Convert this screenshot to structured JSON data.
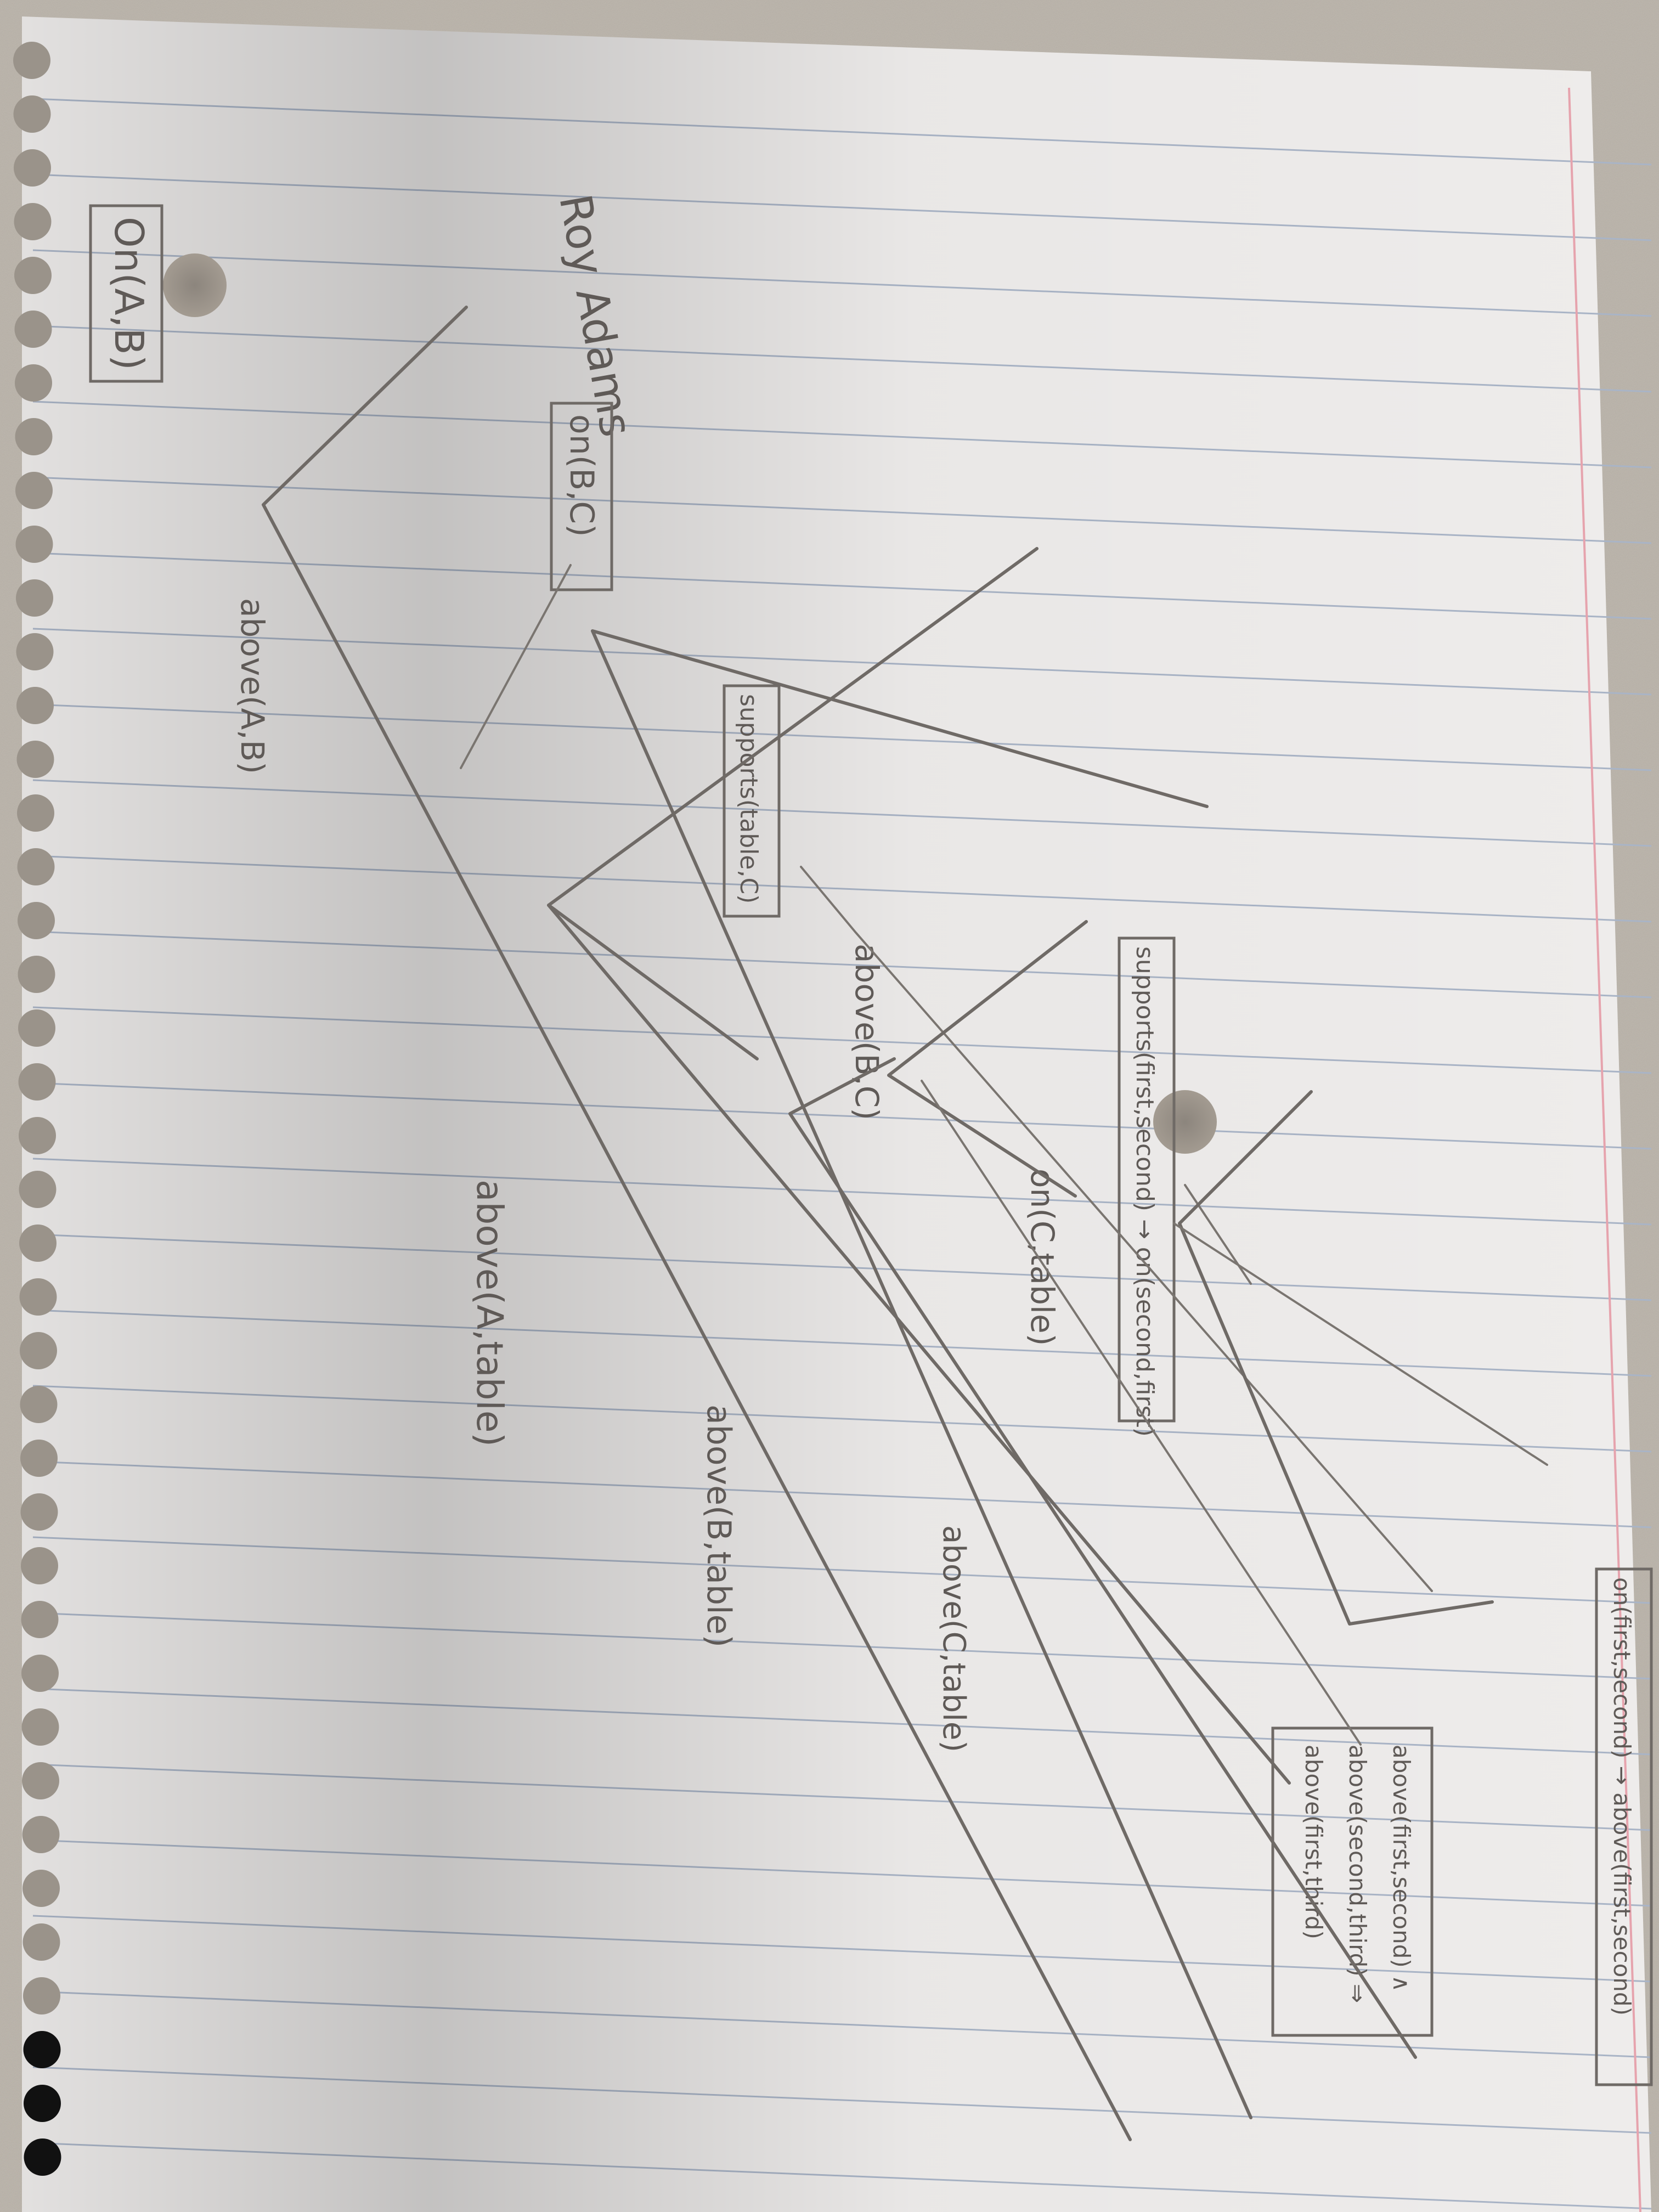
{
  "colors": {
    "desk": "#b9b2a8",
    "paper": "#eeeceb",
    "ruled_line": "#a9b4c6",
    "margin_line": "#e6a3ad",
    "pencil": "#6f6a66"
  },
  "photo": {
    "subject": "ruled notebook page with pencil diagram",
    "rotation": "page rotated 90 degrees clockwise"
  },
  "author_signature": "Roy Adams",
  "premises": [
    "On(A,B)",
    "on(B,C)",
    "supports(table,C)",
    "supports(first,second) → on(second,first)",
    "on(first,second) → above(first,second)"
  ],
  "rule_box": {
    "line1": "above(first,second) ∧",
    "line2": "above(second,third) ⇒",
    "line3": "above(first,third)"
  },
  "derived": {
    "above_a_b": "above(A,B)",
    "above_b_c": "above(B,C)",
    "on_c_table": "on(C,table)",
    "above_c_table": "above(C,table)",
    "above_b_table": "above(B,table)",
    "above_a_table": "above(A,table)"
  }
}
